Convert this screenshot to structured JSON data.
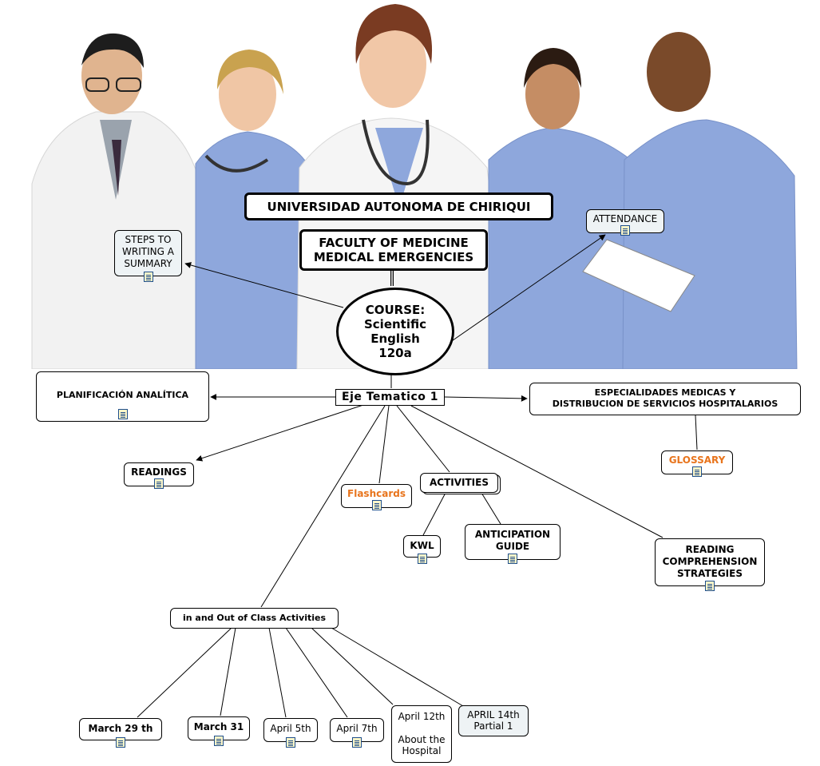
{
  "colors": {
    "scrubs": "#8ea7dc",
    "coat": "#f2f2f2",
    "accent_orange": "#e8741c",
    "doc_icon_blue": "#1e4f8c"
  },
  "header": {
    "university": "UNIVERSIDAD AUTONOMA DE CHIRIQUI",
    "faculty": "FACULTY OF MEDICINE\nMEDICAL EMERGENCIES",
    "course": "COURSE:\nScientific\nEnglish\n120a"
  },
  "nodes": {
    "steps": "STEPS TO\nWRITING A\nSUMMARY",
    "attendance": "ATTENDANCE",
    "eje": "Eje Tematico 1",
    "planificacion": "PLANIFICACIÓN ANALÍTICA",
    "especialidades": "ESPECIALIDADES MEDICAS Y\nDISTRIBUCION DE SERVICIOS HOSPITALARIOS",
    "glossary": "GLOSSARY",
    "readings": "READINGS",
    "flashcards": "Flashcards",
    "activities": "ACTIVITIES",
    "kwl": "KWL",
    "anticipation": "ANTICIPATION\nGUIDE",
    "reading_strategies": "READING\nCOMPREHENSION\nSTRATEGIES",
    "in_out": "in and Out of Class Activities",
    "march29": "March 29 th",
    "march31": "March 31",
    "april5": "April 5th",
    "april7": "April 7th",
    "april12": "April 12th\n\nAbout the\nHospital",
    "april14": "APRIL 14th\nPartial 1"
  }
}
